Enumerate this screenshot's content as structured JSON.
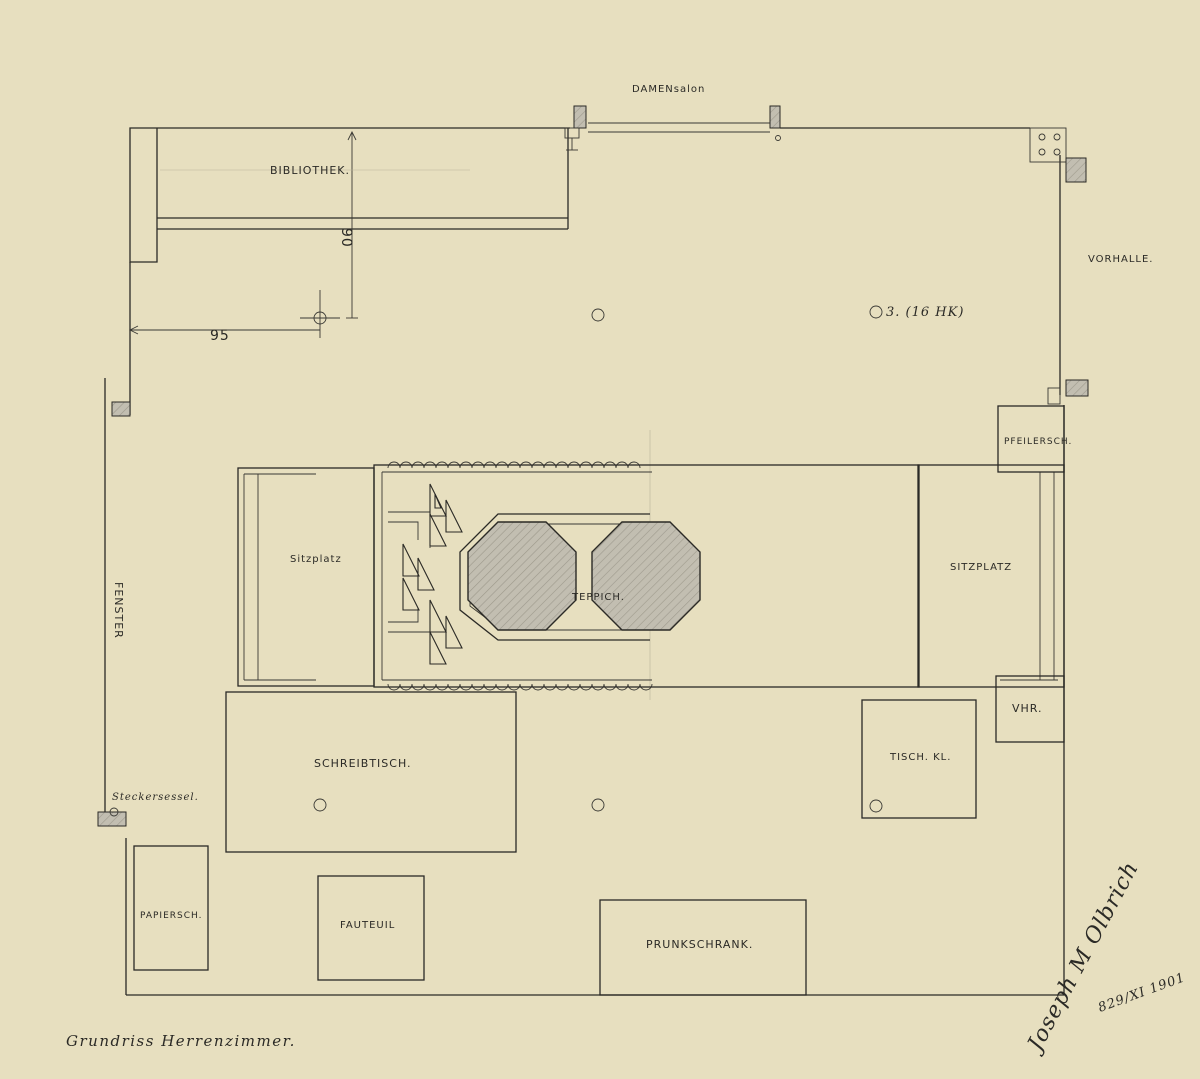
{
  "title": "Grundriss Herrenzimmer.",
  "rooms": {
    "bibliothek": "BIBLIOTHEK.",
    "damensalon": "DAMENsalon",
    "vorhalle": "VORHALLE.",
    "pfeilersch": "PFEILERSCH.",
    "vhr": "VHR.",
    "fenster": "FENSTER",
    "sitzplatz_left": "Sitzplatz",
    "sitzplatz_right": "SITZPLATZ",
    "teppich": "TEPPICH.",
    "schreibtisch": "SCHREIBTISCH.",
    "tisch_kl": "TISCH. KL.",
    "steckersessel": "Steckersessel.",
    "papiersch": "PAPIERSCH.",
    "fauteuil": "FAUTEUIL",
    "prunkschrank": "PRUNKSCHRANK."
  },
  "dimensions": {
    "horizontal": "95",
    "vertical": "90",
    "light_note": "3. (16 HK)"
  },
  "signature": {
    "name": "Joseph M Olbrich",
    "number_date": "829/XI 1901"
  },
  "colors": {
    "paper": "#e7dfbf",
    "ink": "#2b2a26",
    "hatch": "#b9b5a8"
  }
}
